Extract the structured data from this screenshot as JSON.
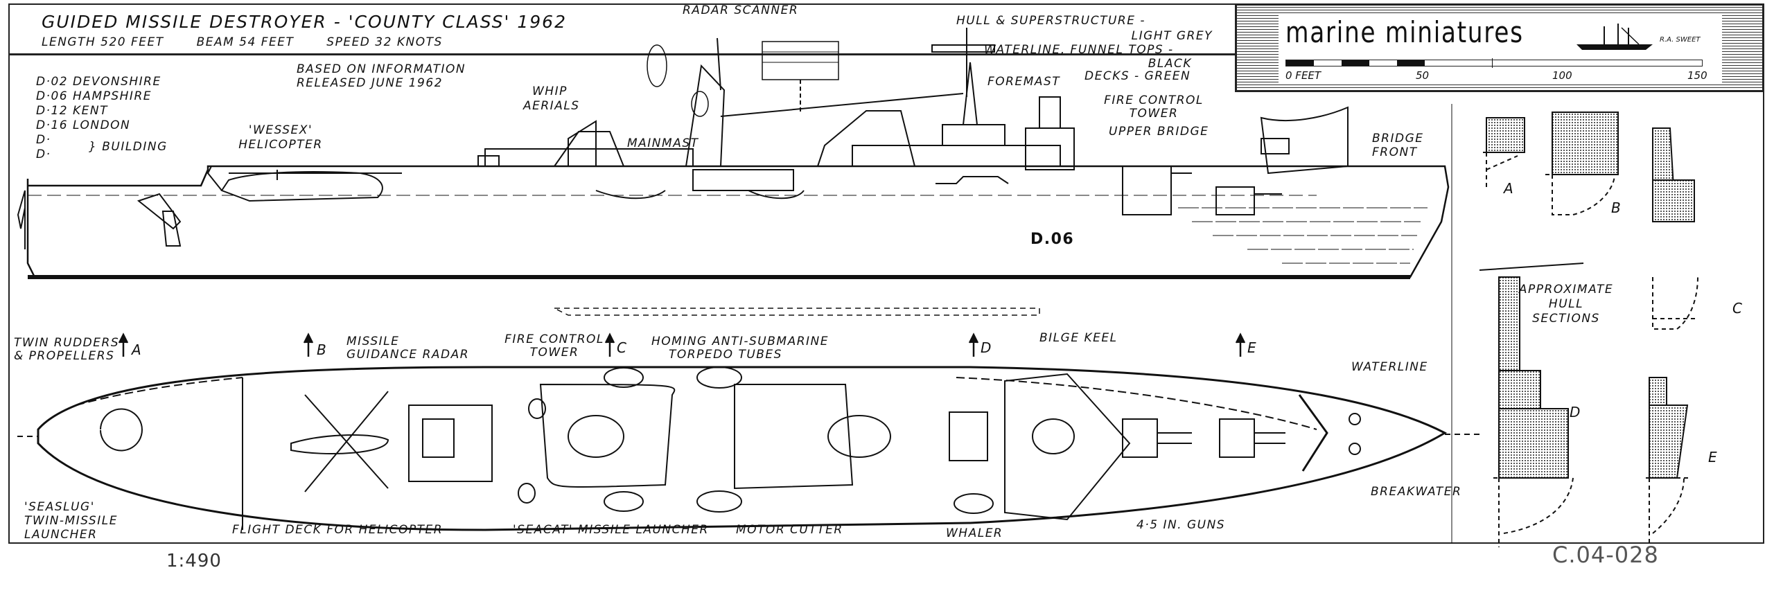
{
  "header": {
    "title": "GUIDED MISSILE DESTROYER - 'COUNTY CLASS'   1962",
    "specs": [
      "LENGTH 520 FEET",
      "BEAM 54 FEET",
      "SPEED 32 KNOTS"
    ]
  },
  "brand": {
    "name": "marine miniatures",
    "signature": "R.A. SWEET",
    "scale_ticks": [
      "0 FEET",
      "50",
      "100",
      "150"
    ]
  },
  "ships": {
    "list": [
      "D·02 DEVONSHIRE",
      "D·06 HAMPSHIRE",
      "D·12 KENT",
      "D·16 LONDON",
      "D·",
      "D·"
    ],
    "building_label": "} BUILDING"
  },
  "notes": {
    "source": [
      "BASED ON INFORMATION",
      "RELEASED  JUNE 1962"
    ],
    "colours": [
      "HULL & SUPERSTRUCTURE -",
      "LIGHT GREY",
      "WATERLINE, FUNNEL TOPS -",
      "BLACK",
      "DECKS - GREEN"
    ]
  },
  "profile_labels": {
    "helicopter": [
      "'WESSEX'",
      "HELICOPTER"
    ],
    "whip_aerials": [
      "WHIP",
      "AERIALS"
    ],
    "radar_scanner": "RADAR SCANNER",
    "mainmast": "MAINMAST",
    "foremast": "FOREMAST",
    "fire_control": [
      "FIRE CONTROL",
      "TOWER"
    ],
    "upper_bridge": "UPPER BRIDGE",
    "bridge_front": [
      "BRIDGE",
      "FRONT"
    ],
    "pennant": "D.06",
    "bilge_keel": "BILGE KEEL",
    "rudders": [
      "TWIN RUDDERS",
      "& PROPELLERS"
    ]
  },
  "section_markers": [
    "A",
    "B",
    "C",
    "D",
    "E"
  ],
  "plan_labels": {
    "missile_radar": [
      "MISSILE",
      "GUIDANCE RADAR"
    ],
    "fire_control": [
      "FIRE CONTROL",
      "TOWER"
    ],
    "torpedo": [
      "HOMING ANTI-SUBMARINE",
      "TORPEDO TUBES"
    ],
    "waterline": "WATERLINE",
    "seaslug": [
      "'SEASLUG'",
      "TWIN-MISSILE",
      "LAUNCHER"
    ],
    "flight_deck": "FLIGHT DECK FOR HELICOPTER",
    "seacat": "'SEACAT' MISSILE LAUNCHER",
    "motor_cutter": "MOTOR CUTTER",
    "whaler": "WHALER",
    "guns": "4·5 IN. GUNS",
    "breakwater": "BREAKWATER"
  },
  "hull_sections": {
    "title": [
      "APPROXIMATE",
      "HULL",
      "SECTIONS"
    ],
    "letters": [
      "A",
      "B",
      "C",
      "D",
      "E"
    ]
  },
  "footer": {
    "scale": "1:490",
    "catalogue_code": "C.04-028"
  }
}
